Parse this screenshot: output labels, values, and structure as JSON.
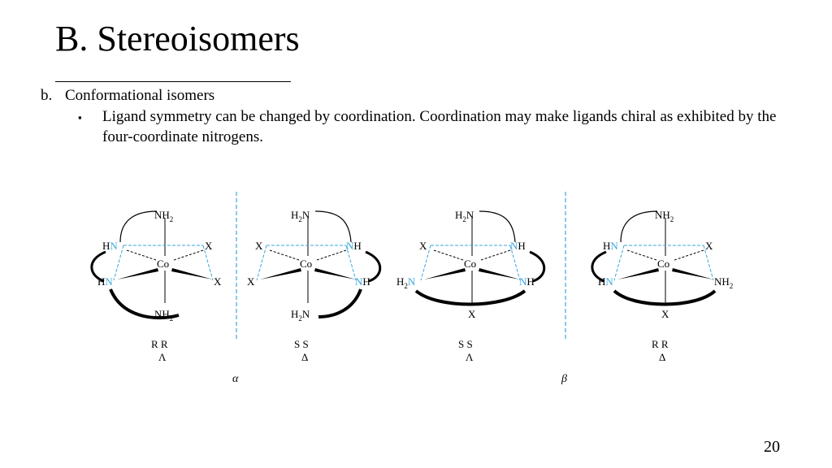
{
  "slide": {
    "title": "B. Stereoisomers",
    "list_marker": "b.",
    "subheading": "Conformational isomers",
    "bullet_symbol": "▪",
    "bullet_text": "Ligand symmetry can be changed by coordination. Coordination may make ligands chiral as exhibited by the four-coordinate nitrogens.",
    "page_number": "20"
  },
  "figure": {
    "center_atom": "Co",
    "nitrogen_color": "#3ba7dd",
    "divider_color": "#3ba7dd",
    "group_labels": [
      "α",
      "β"
    ],
    "structures": [
      {
        "stereo": "R  R",
        "config": "Λ",
        "top": "NH",
        "top_sub": "2",
        "bottom": "NH",
        "bottom_sub": "2",
        "ul": "H",
        "ul_n": "N",
        "ur": "X",
        "ll": "H",
        "ll_n": "N",
        "lr": "X"
      },
      {
        "stereo": "S  S",
        "config": "Δ",
        "top": "H",
        "top_sub": "2",
        "top_n": "N",
        "bottom": "H",
        "bottom_sub": "2",
        "bottom_n": "N",
        "ul": "X",
        "ur": "H",
        "ur_n": "N",
        "ll": "X",
        "lr": "H",
        "lr_n": "N"
      },
      {
        "stereo": "S  S",
        "config": "Λ",
        "top": "H",
        "top_sub": "2",
        "top_n": "N",
        "bottom": "X",
        "ul": "X",
        "ur": "H",
        "ur_n": "N",
        "ll": "H",
        "ll_sub": "2",
        "ll_n": "N",
        "lr": "H",
        "lr_n": "N"
      },
      {
        "stereo": "R  R",
        "config": "Δ",
        "top": "NH",
        "top_sub": "2",
        "bottom": "X",
        "ul": "H",
        "ul_n": "N",
        "ur": "X",
        "ll": "H",
        "ll_n": "N",
        "lr": "NH",
        "lr_sub": "2"
      }
    ]
  }
}
